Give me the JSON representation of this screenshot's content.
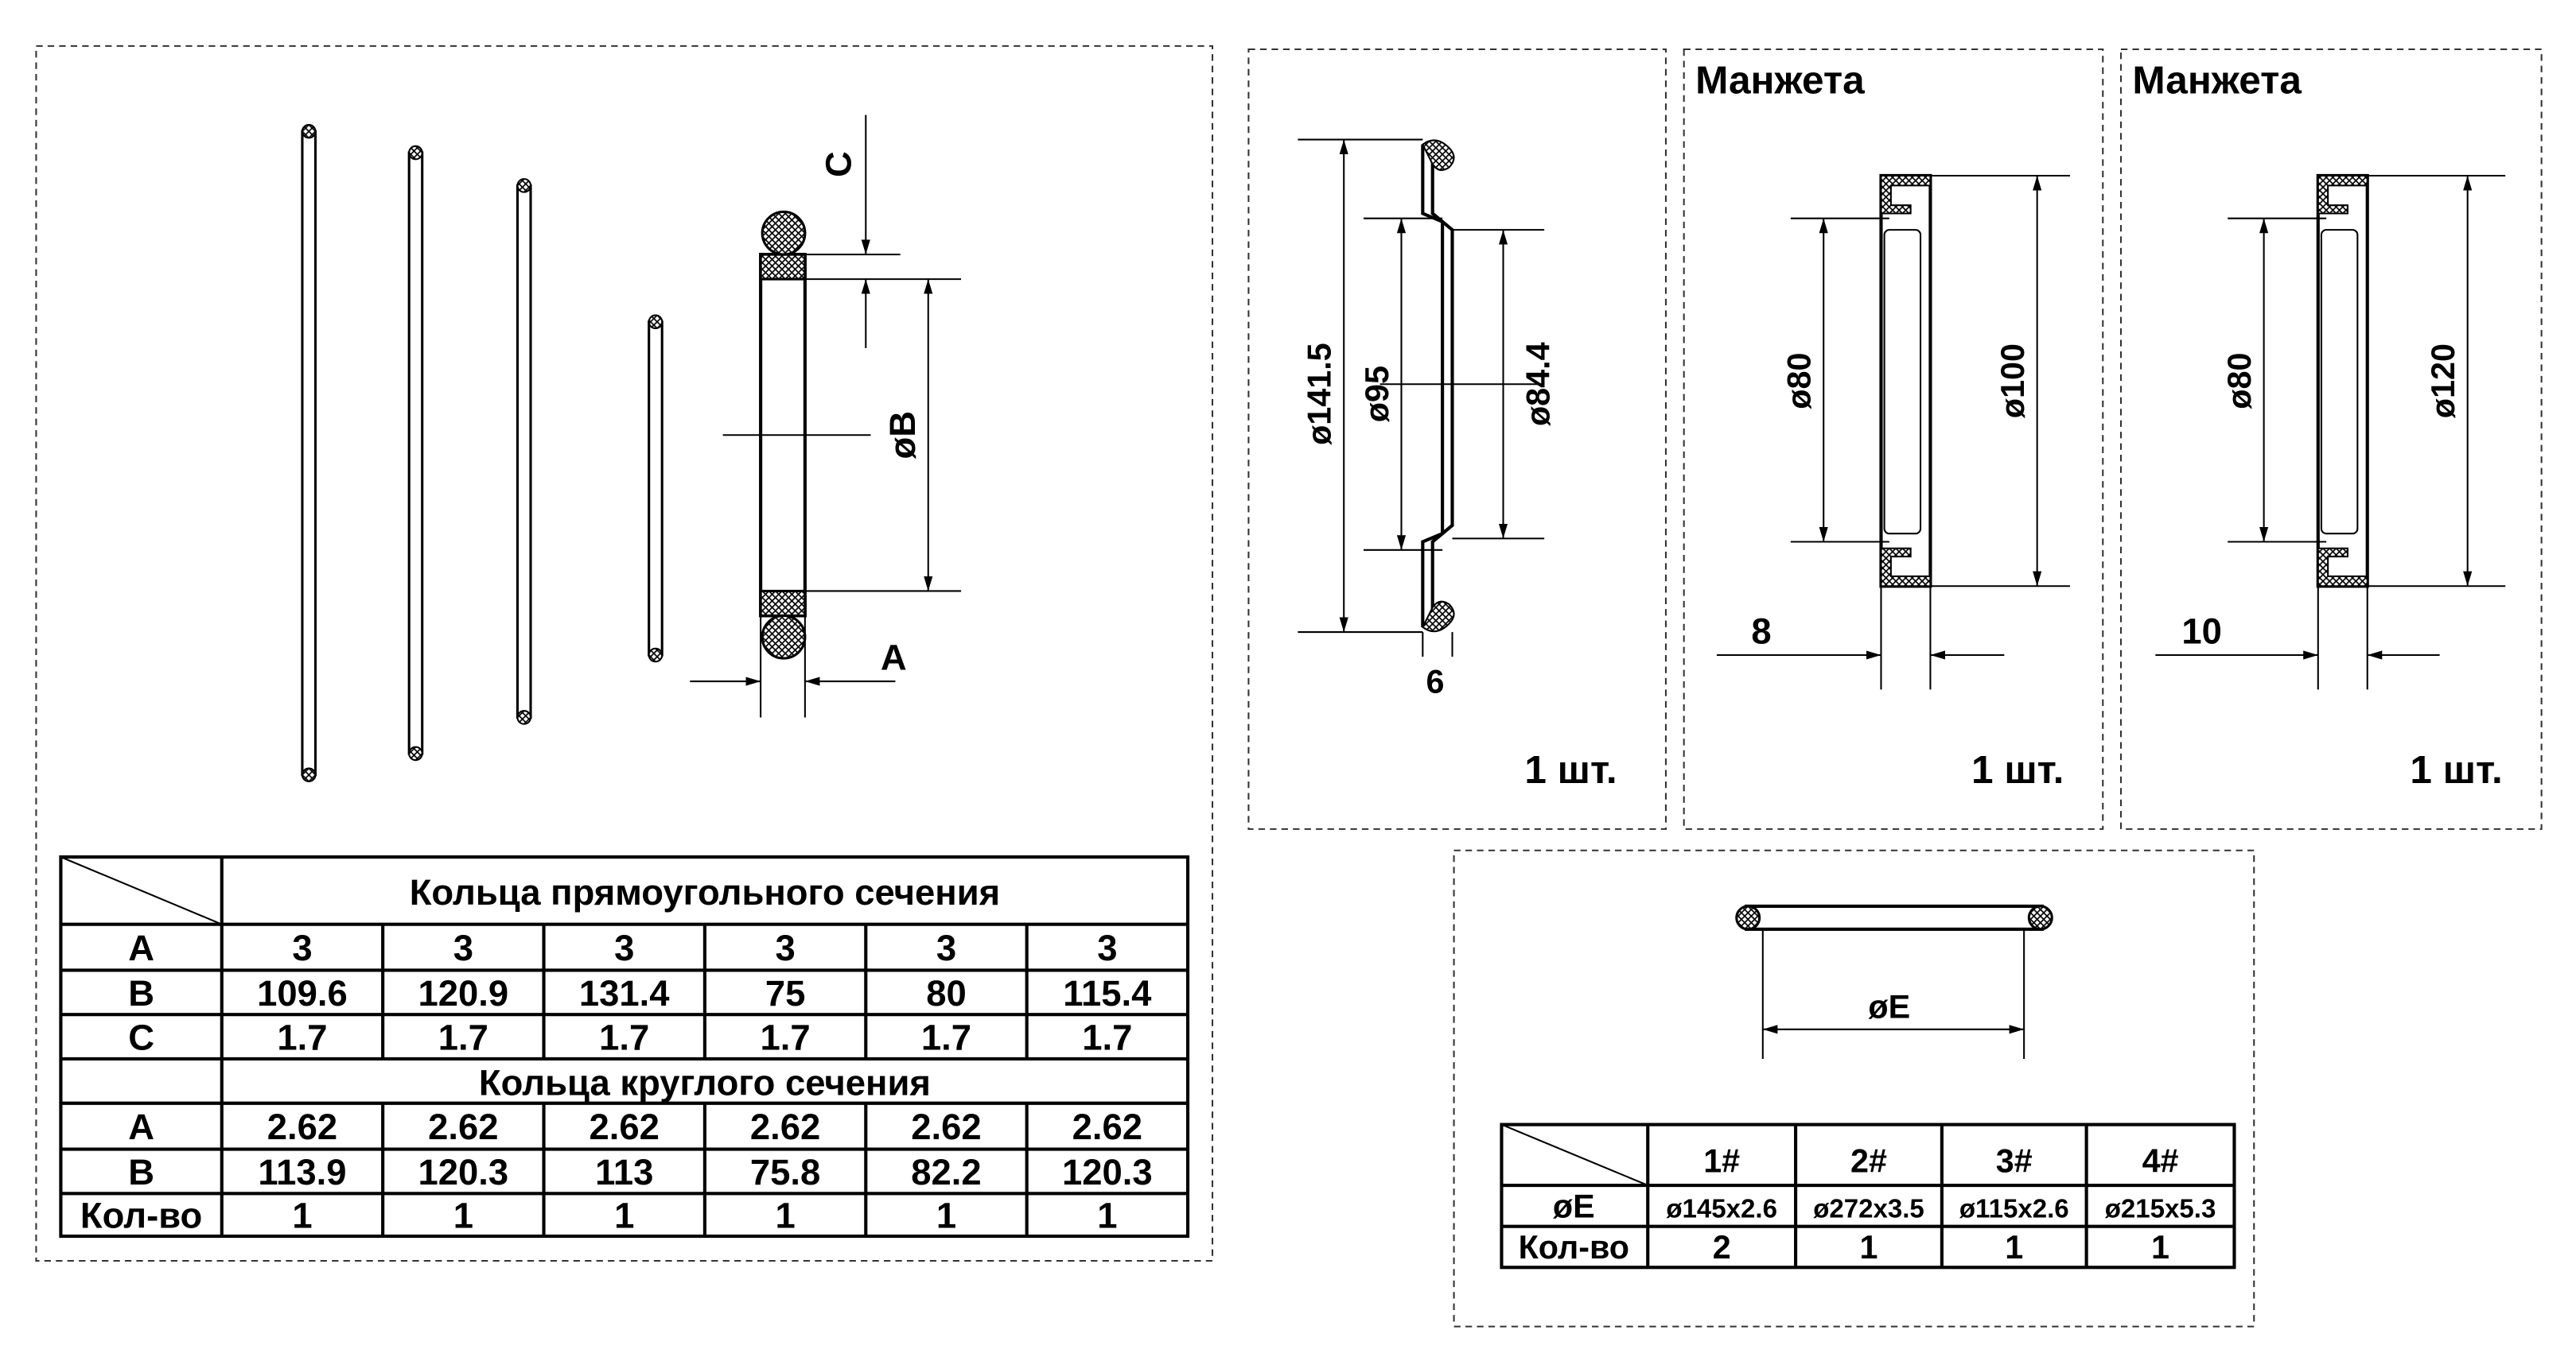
{
  "left_panel": {
    "dim_labels": {
      "C": "C",
      "B": "øB",
      "A": "A"
    },
    "table": {
      "rect_header": "Кольца прямоугольного сечения",
      "round_header": "Кольца круглого сечения",
      "rect_rows": [
        {
          "label": "A",
          "values": [
            "3",
            "3",
            "3",
            "3",
            "3",
            "3"
          ]
        },
        {
          "label": "B",
          "values": [
            "109.6",
            "120.9",
            "131.4",
            "75",
            "80",
            "115.4"
          ]
        },
        {
          "label": "C",
          "values": [
            "1.7",
            "1.7",
            "1.7",
            "1.7",
            "1.7",
            "1.7"
          ]
        }
      ],
      "round_rows": [
        {
          "label": "A",
          "values": [
            "2.62",
            "2.62",
            "2.62",
            "2.62",
            "2.62",
            "2.62"
          ]
        },
        {
          "label": "B",
          "values": [
            "113.9",
            "120.3",
            "113",
            "75.8",
            "82.2",
            "120.3"
          ]
        },
        {
          "label": "Кол-во",
          "values": [
            "1",
            "1",
            "1",
            "1",
            "1",
            "1"
          ]
        }
      ]
    }
  },
  "flange_panel": {
    "d_outer": "ø141.5",
    "d_mid": "ø95",
    "d_inner": "ø84.4",
    "thickness": "6",
    "qty": "1 шт."
  },
  "cuff_panel_1": {
    "title": "Манжета",
    "d_inner": "ø80",
    "d_outer": "ø100",
    "width": "8",
    "qty": "1 шт."
  },
  "cuff_panel_2": {
    "title": "Манжета",
    "d_inner": "ø80",
    "d_outer": "ø120",
    "width": "10",
    "qty": "1 шт."
  },
  "oring_panel": {
    "dim_label": "øE",
    "table": {
      "headers": [
        "1#",
        "2#",
        "3#",
        "4#"
      ],
      "rows": [
        {
          "label": "øE",
          "values": [
            "ø145x2.6",
            "ø272x3.5",
            "ø115x2.6",
            "ø215x5.3"
          ]
        },
        {
          "label": "Кол-во",
          "values": [
            "2",
            "1",
            "1",
            "1"
          ]
        }
      ]
    }
  }
}
